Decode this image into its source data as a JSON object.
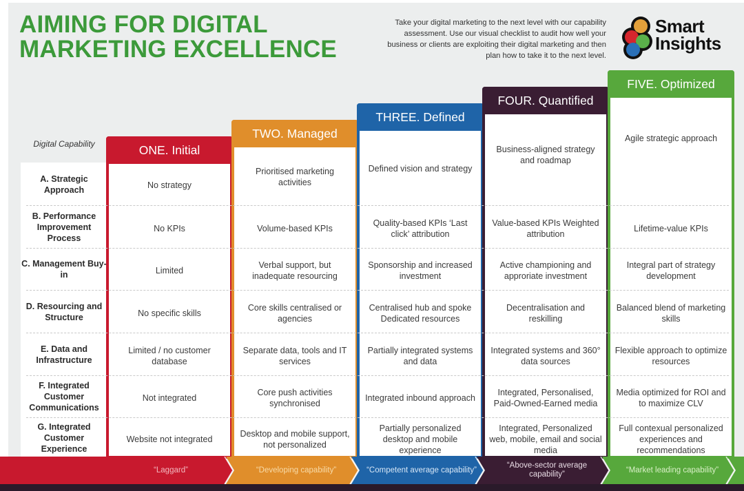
{
  "header": {
    "title_line1": "AIMING FOR DIGITAL",
    "title_line2": "MARKETING EXCELLENCE",
    "intro": "Take your digital marketing to the next level with our capability assessment. Use our visual checklist to audit how well your business or clients are exploiting their digital marketing and then plan how to take it to the next level.",
    "logo": {
      "line1": "Smart",
      "line2": "Insights",
      "icon": "smart-insights-logo-icon"
    }
  },
  "capability_heading": "Digital Capability",
  "rows": [
    {
      "label": "A. Strategic Approach"
    },
    {
      "label": "B. Performance Improvement Process"
    },
    {
      "label": "C. Management Buy-in"
    },
    {
      "label": "D. Resourcing and Structure"
    },
    {
      "label": "E. Data and Infrastructure"
    },
    {
      "label": "F. Integrated Customer Communications"
    },
    {
      "label": "G. Integrated Customer Experience"
    }
  ],
  "stages": [
    {
      "title": "ONE. Initial",
      "color": "#c8192e",
      "rating": "“Laggard”",
      "rating_color": "#f2b8bf",
      "cells": [
        "No strategy",
        "No KPIs",
        "Limited",
        "No specific skills",
        "Limited / no customer database",
        "Not integrated",
        "Website not integrated"
      ]
    },
    {
      "title": "TWO. Managed",
      "color": "#e08e2b",
      "rating": "“Developing capability”",
      "rating_color": "#f8dba8",
      "cells": [
        "Prioritised marketing activities",
        "Volume-based KPIs",
        "Verbal support, but inadequate resourcing",
        "Core skills centralised or agencies",
        "Separate data, tools and IT services",
        "Core push activities synchronised",
        "Desktop and mobile support, not personalized"
      ]
    },
    {
      "title": "THREE. Defined",
      "color": "#1f64a8",
      "rating": "“Competent average capability”",
      "rating_color": "#d6e6f6",
      "cells": [
        "Defined vision and strategy",
        "Quality-based KPIs ‘Last click’ attribution",
        "Sponsorship and increased investment",
        "Centralised hub and spoke Dedicated resources",
        "Partially integrated systems and data",
        "Integrated inbound approach",
        "Partially personalized desktop and mobile experience"
      ]
    },
    {
      "title": "FOUR. Quantified",
      "color": "#3a1d33",
      "rating": "“Above-sector average capability”",
      "rating_color": "#e8dbe4",
      "cells": [
        "Business-aligned strategy and roadmap",
        "Value-based KPIs Weighted attribution",
        "Active championing and approriate investment",
        "Decentralisation and reskilling",
        "Integrated systems and 360° data sources",
        "Integrated, Personalised, Paid-Owned-Earned media",
        "Integrated, Personalized web, mobile, email and social media"
      ]
    },
    {
      "title": "FIVE. Optimized",
      "color": "#57a83c",
      "rating": "“Market leading capability”",
      "rating_color": "#d8f0c6",
      "cells": [
        "Agile strategic approach",
        "Lifetime-value KPIs",
        "Integral part of strategy development",
        "Balanced blend of marketing skills",
        "Flexible approach to optimize resources",
        "Media optimized for ROI and to maximize CLV",
        "Full contexual personalized experiences and recommendations"
      ]
    }
  ]
}
